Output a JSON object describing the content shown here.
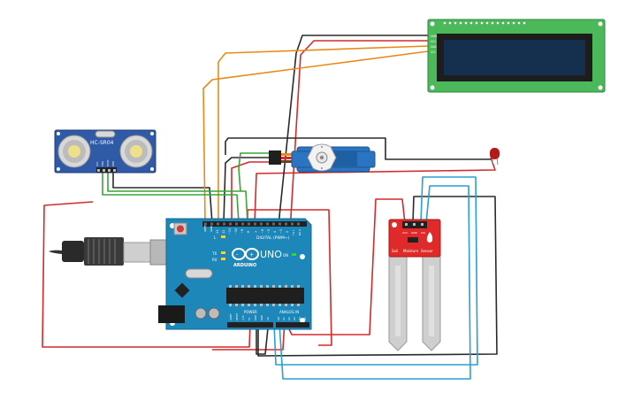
{
  "sensor": {
    "model": "HC-SR04",
    "pins": [
      "VCC",
      "TRIG",
      "ECHO",
      "GND"
    ]
  },
  "lcd": {
    "pins": [
      "GND",
      "VCC",
      "SDA",
      "SCL"
    ]
  },
  "arduino": {
    "brand": "ARDUINO",
    "model": "UNO",
    "digital_label": "DIGITAL (PWM~)",
    "power_label": "POWER",
    "analog_label": "ANALOG IN",
    "aref": "AREF",
    "gnd": "GND",
    "led_tx": "TX",
    "led_rx": "RX",
    "led_l": "L",
    "on_label": "ON",
    "digital_pins": [
      "13",
      "12",
      "~11",
      "~10",
      "~9",
      "8",
      "7",
      "~6",
      "~5",
      "4",
      "~3",
      "2",
      "TX 1",
      "RX 0"
    ],
    "power_pins": [
      "IOREF",
      "RESET",
      "3.3V",
      "5V",
      "GND",
      "GND",
      "Vin"
    ],
    "analog_pins": [
      "A0",
      "A1",
      "A2",
      "A3",
      "A4",
      "A5"
    ]
  },
  "moisture": {
    "labels": [
      "Soil",
      "Moisture",
      "Sensor"
    ],
    "pins": [
      "VCC",
      "GND",
      "SIG"
    ]
  },
  "colors": {
    "wire_red": "#d42a2a",
    "wire_black": "#2a2a2a",
    "wire_orange": "#e88a1a",
    "wire_green": "#3aa535",
    "wire_blue": "#2aa0d0",
    "board": "#1c87b8",
    "lcd_board": "#4bb85a",
    "lcd_screen": "#14304e",
    "sensor_board": "#2f5aa6",
    "servo": "#2b74c2",
    "moisture": "#e02a2a"
  }
}
